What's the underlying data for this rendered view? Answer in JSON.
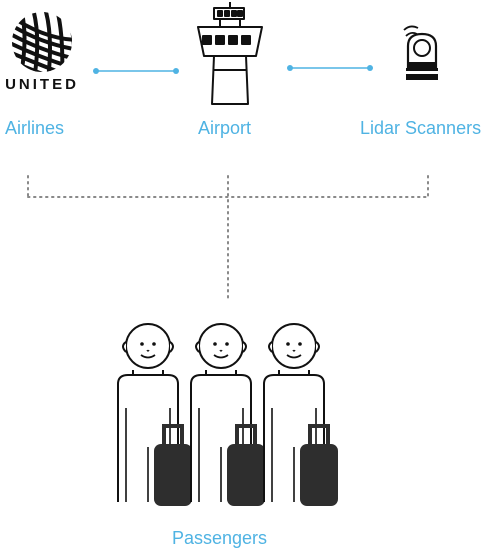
{
  "nodes": {
    "airlines": {
      "label": "Airlines",
      "logo_text": "UNITED"
    },
    "airport": {
      "label": "Airport"
    },
    "lidar": {
      "label": "Lidar Scanners"
    },
    "passengers": {
      "label": "Passengers"
    }
  },
  "colors": {
    "accent": "#4fb3e3",
    "line": "#111111",
    "dots": "#888888",
    "bag": "#2e2e2e"
  },
  "icons": [
    "united-logo-icon",
    "control-tower-icon",
    "lidar-scanner-icon",
    "passenger-icon",
    "luggage-icon"
  ]
}
